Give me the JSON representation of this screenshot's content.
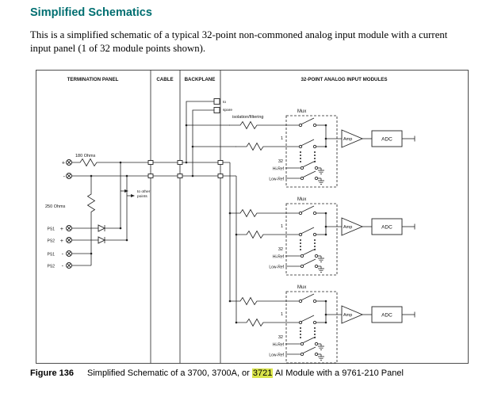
{
  "page": {
    "title": "Simplified Schematics",
    "body": "This is a simplified schematic of a typical 32-point non-commoned analog input module with a current input panel (1 of 32 module points shown).",
    "figure": {
      "label": "Figure 136",
      "caption_before": "Simplified Schematic of a 3700, 3700A, or ",
      "caption_highlight": "3721",
      "caption_after": " AI Module with a 9761-210 Panel"
    }
  },
  "diagram": {
    "headers": {
      "termination": "TERMINATION PANEL",
      "cable": "CABLE",
      "backplane": "BACKPLANE",
      "modules": "32-POINT ANALOG INPUT MODULES"
    },
    "termination": {
      "r180": "180 Ohms",
      "r250": "250 Ohms",
      "plus": "+",
      "minus": "-",
      "ps1": "PS1",
      "ps2": "PS2",
      "to_other_line1": "to other",
      "to_other_line2": "points"
    },
    "backplane": {
      "to_spare_line1": "to",
      "to_spare_line2": "spare",
      "isolation": "isolation/filtering"
    },
    "module": {
      "mux": "Mux",
      "amp": "Amp",
      "adc": "ADC",
      "ch_first": "1",
      "ch_last": "32",
      "hi_ref": "Hi-Ref",
      "low_ref": "Low-Ref"
    }
  },
  "colors": {
    "title_accent": "#006f71",
    "highlight": "#d9e44a",
    "diagram_line": "#222222"
  }
}
